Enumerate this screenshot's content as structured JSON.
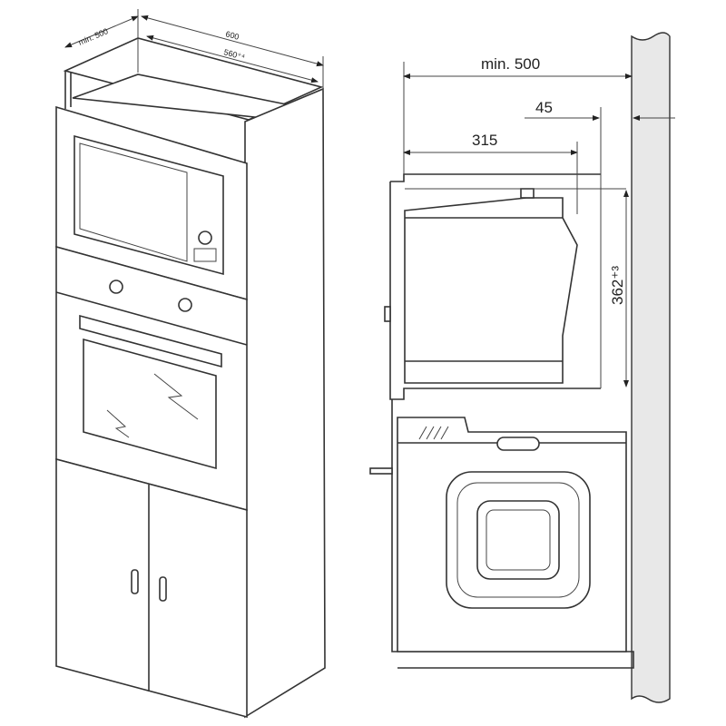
{
  "left_view": {
    "depth_label": "min. 500",
    "width_outer_label": "600",
    "width_inner_label": "560⁺⁴"
  },
  "side_view": {
    "depth_label": "min. 500",
    "gap_label": "45",
    "appliance_depth_label": "315",
    "niche_height_label": "362⁺³"
  },
  "colors": {
    "line": "#333333",
    "background": "#ffffff",
    "wall": "#e8e8e8"
  }
}
